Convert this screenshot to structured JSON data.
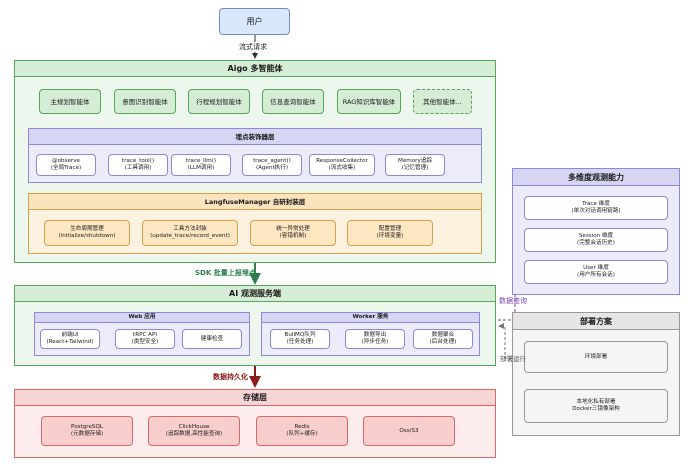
{
  "user": {
    "label": "用户"
  },
  "edges": {
    "stream_request": "流式请求",
    "sdk_report": "SDK 批量上报埋点",
    "persist": "数据持久化",
    "data_query": "数据查询",
    "deploy_run": "部署运行"
  },
  "agent_layer": {
    "title": "Aigo 多智能体",
    "agents": [
      "主规划智能体",
      "意图识别智能体",
      "行程规划智能体",
      "信息查询智能体",
      "RAG知识库智能体",
      "其他智能体..."
    ]
  },
  "decorator_layer": {
    "title": "埋点装饰器层",
    "items": [
      {
        "name": "@observe",
        "desc": "(全局Trace)"
      },
      {
        "name": "trace_tool()",
        "desc": "(工具调用)"
      },
      {
        "name": "trace_llm()",
        "desc": "(LLM调用)"
      },
      {
        "name": "trace_agent()",
        "desc": "(Agent执行)"
      },
      {
        "name": "ResponseCollector",
        "desc": "(流式收集)"
      },
      {
        "name": "Memory追踪",
        "desc": "(记忆管理)"
      }
    ]
  },
  "manager_layer": {
    "title": "LangfuseManager 自研封装层",
    "items": [
      {
        "name": "生命周期管理",
        "desc": "(initialize/shutdown)"
      },
      {
        "name": "工具方法封装",
        "desc": "(update_trace/record_event)"
      },
      {
        "name": "统一异常处理",
        "desc": "(容错机制)"
      },
      {
        "name": "配置管理",
        "desc": "(环境变量)"
      }
    ]
  },
  "observability_layer": {
    "title": "AI 观测服务端",
    "web": {
      "title": "Web 应用",
      "items": [
        {
          "name": "前端UI",
          "desc": "(React+Tailwind)"
        },
        {
          "name": "tRPC API",
          "desc": "(类型安全)"
        },
        {
          "name": "健康检查",
          "desc": ""
        }
      ]
    },
    "worker": {
      "title": "Worker 服务",
      "items": [
        {
          "name": "BullMQ队列",
          "desc": "(任务处理)"
        },
        {
          "name": "数据导出",
          "desc": "(异步任务)"
        },
        {
          "name": "数据聚合",
          "desc": "(后台处理)"
        }
      ]
    }
  },
  "storage_layer": {
    "title": "存储层",
    "items": [
      {
        "name": "PostgreSQL",
        "desc": "(元数据存储)"
      },
      {
        "name": "ClickHouse",
        "desc": "(追踪数据,高性能查询)"
      },
      {
        "name": "Redis",
        "desc": "(队列+缓存)"
      },
      {
        "name": "Oss/S3",
        "desc": ""
      }
    ]
  },
  "multi_dim_panel": {
    "title": "多维度观测能力",
    "items": [
      {
        "name": "Trace 维度",
        "desc": "(单次对话调用链路)"
      },
      {
        "name": "Session 维度",
        "desc": "(完整会话历史)"
      },
      {
        "name": "User 维度",
        "desc": "(用户所有会话)"
      }
    ]
  },
  "deploy_panel": {
    "title": "部署方案",
    "items": [
      {
        "name": "环境部署",
        "desc": ""
      },
      {
        "name": "本地化私有部署",
        "desc": "Docker三镜像架构"
      }
    ]
  },
  "colors": {
    "green": "#58a658",
    "purple": "#8d89d6",
    "orange": "#d7a24b",
    "red": "#d46a6a",
    "grey": "#9a9a9a",
    "blue": "#6c8ebf",
    "teal_arrow": "#2e7d4f",
    "red_arrow": "#8b1a1a",
    "purple_arrow": "#7b3fb0"
  }
}
